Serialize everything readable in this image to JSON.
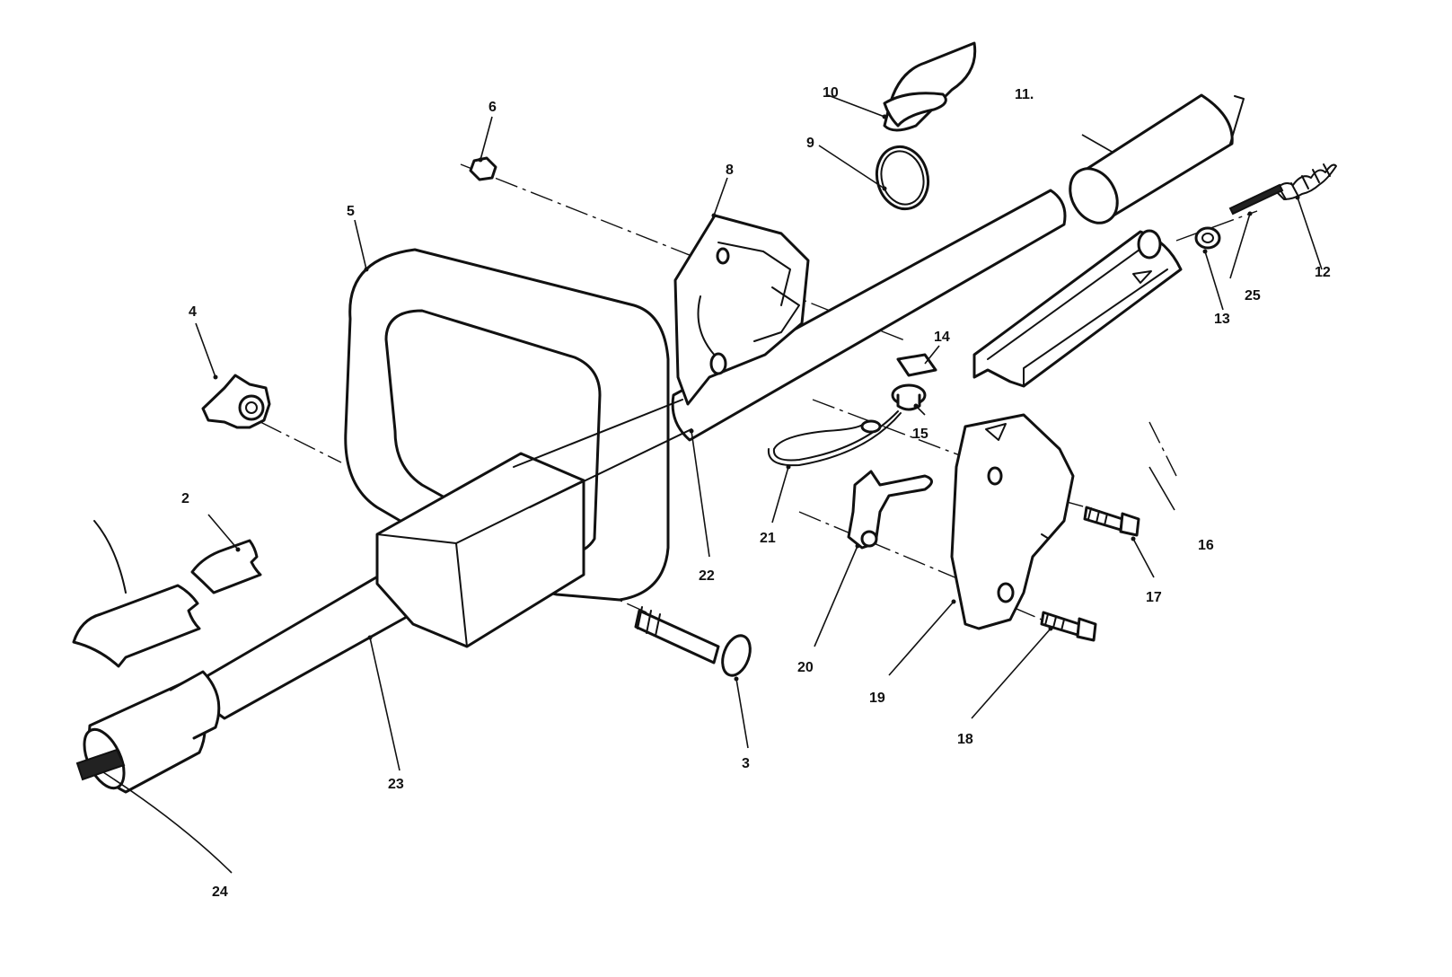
{
  "callouts": {
    "c2": "2",
    "c3": "3",
    "c4": "4",
    "c5": "5",
    "c6": "6",
    "c8": "8",
    "c9": "9",
    "c10": "10",
    "c11": "11.",
    "c12": "12",
    "c13": "13",
    "c14": "14",
    "c15": "15",
    "c16": "16",
    "c17": "17",
    "c18": "18",
    "c19": "19",
    "c20": "20",
    "c21": "21",
    "c22": "22",
    "c23": "23",
    "c24": "24",
    "c25": "25"
  },
  "colors": {
    "line": "#111111",
    "background": "#ffffff"
  }
}
